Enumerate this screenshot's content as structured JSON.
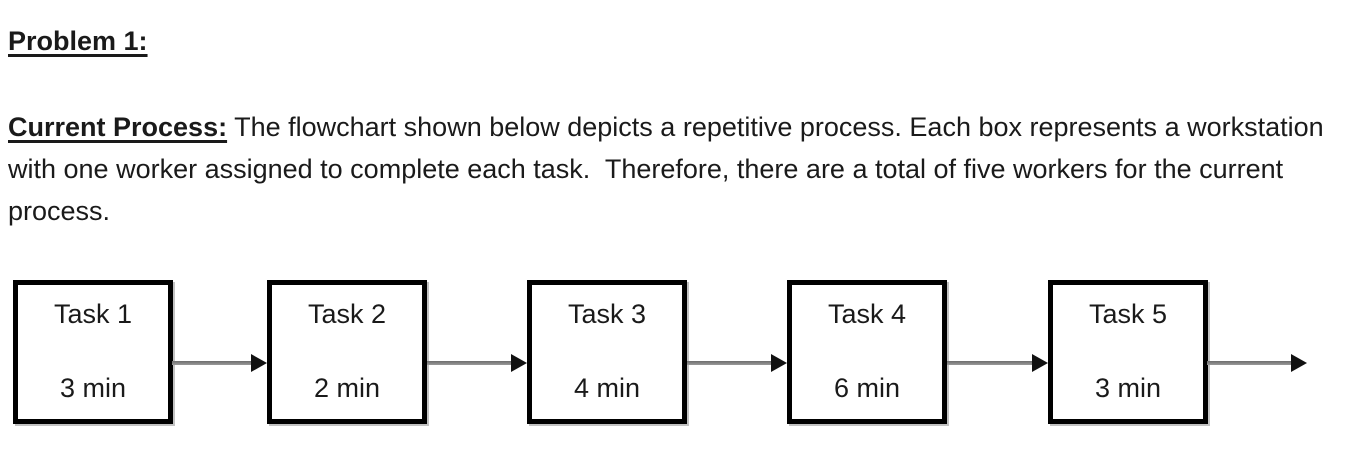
{
  "heading": "Problem 1:",
  "paragraph": {
    "label": "Current Process:",
    "line1_rest": " The flowchart shown below depicts a repetitive process. Each box represents a workstation",
    "line2": "with one worker assigned to complete each task.  Therefore, there are a total of five workers for the current",
    "line3": "process."
  },
  "flowchart": {
    "tasks": [
      {
        "name": "Task 1",
        "duration": "3 min"
      },
      {
        "name": "Task 2",
        "duration": "2 min"
      },
      {
        "name": "Task 3",
        "duration": "4 min"
      },
      {
        "name": "Task 4",
        "duration": "6 min"
      },
      {
        "name": "Task 5",
        "duration": "3 min"
      }
    ],
    "colors": {
      "box_border": "#000000",
      "box_fill": "#ffffff",
      "arrow_line": "#8a8a8a",
      "arrow_head": "#111111",
      "text": "#1a1a1a"
    }
  }
}
